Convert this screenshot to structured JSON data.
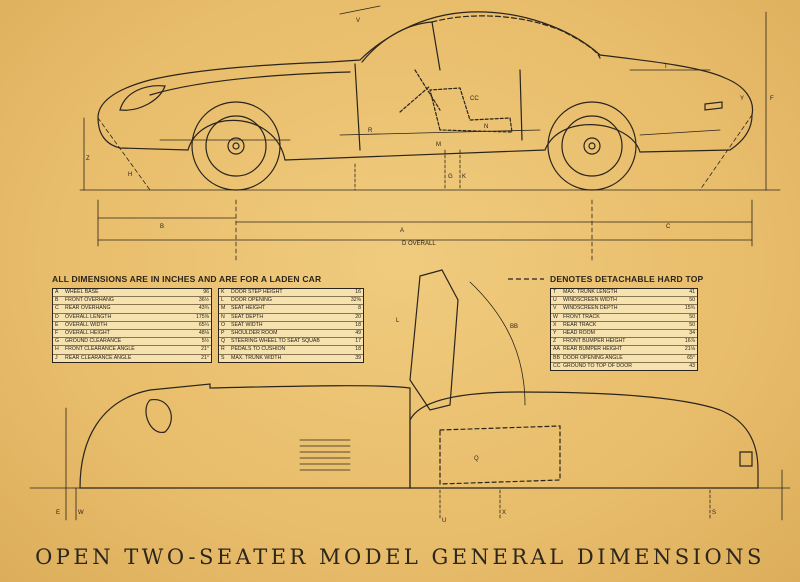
{
  "headings": {
    "units_note": "ALL DIMENSIONS ARE IN INCHES AND ARE FOR A LADEN CAR",
    "hard_top_note": "DENOTES DETACHABLE HARD TOP"
  },
  "dimension_tables": [
    {
      "rows": [
        {
          "code": "A",
          "name": "WHEEL BASE",
          "value": "96"
        },
        {
          "code": "B",
          "name": "FRONT OVERHANG",
          "value": "36½"
        },
        {
          "code": "C",
          "name": "REAR OVERHANG",
          "value": "43¾"
        },
        {
          "code": "D",
          "name": "OVERALL LENGTH",
          "value": "175⅜"
        },
        {
          "code": "E",
          "name": "OVERALL WIDTH",
          "value": "65¼"
        },
        {
          "code": "F",
          "name": "OVERALL HEIGHT",
          "value": "48⅛"
        },
        {
          "code": "G",
          "name": "GROUND CLEARANCE",
          "value": "5½"
        },
        {
          "code": "H",
          "name": "FRONT CLEARANCE ANGLE",
          "value": "21°"
        },
        {
          "code": "J",
          "name": "REAR CLEARANCE ANGLE",
          "value": "21°"
        }
      ]
    },
    {
      "rows": [
        {
          "code": "K",
          "name": "DOOR STEP HEIGHT",
          "value": "16"
        },
        {
          "code": "L",
          "name": "DOOR OPENING",
          "value": "32⅜"
        },
        {
          "code": "M",
          "name": "SEAT HEIGHT",
          "value": "8"
        },
        {
          "code": "N",
          "name": "SEAT DEPTH",
          "value": "20"
        },
        {
          "code": "O",
          "name": "SEAT WIDTH",
          "value": "18"
        },
        {
          "code": "P",
          "name": "SHOULDER ROOM",
          "value": "49"
        },
        {
          "code": "Q",
          "name": "STEERING WHEEL TO SEAT SQUAB",
          "value": "17"
        },
        {
          "code": "R",
          "name": "PEDALS TO CUSHION",
          "value": "18"
        },
        {
          "code": "S",
          "name": "MAX. TRUNK WIDTH",
          "value": "39"
        }
      ]
    },
    {
      "rows": [
        {
          "code": "T",
          "name": "MAX. TRUNK LENGTH",
          "value": "41"
        },
        {
          "code": "U",
          "name": "WINDSCREEN WIDTH",
          "value": "50"
        },
        {
          "code": "V",
          "name": "WINDSCREEN DEPTH",
          "value": "15¾"
        },
        {
          "code": "W",
          "name": "FRONT TRACK",
          "value": "50"
        },
        {
          "code": "X",
          "name": "REAR TRACK",
          "value": "50"
        },
        {
          "code": "Y",
          "name": "HEAD ROOM",
          "value": "34"
        },
        {
          "code": "Z",
          "name": "FRONT BUMPER HEIGHT",
          "value": "16⅞"
        },
        {
          "code": "AA",
          "name": "REAR BUMPER HEIGHT",
          "value": "21⅛"
        },
        {
          "code": "BB",
          "name": "DOOR OPENING ANGLE",
          "value": "65°"
        },
        {
          "code": "CC",
          "name": "GROUND TO TOP OF DOOR",
          "value": "43"
        }
      ]
    }
  ],
  "drawing_labels": {
    "a": "A",
    "b": "B",
    "c": "C",
    "d_overall": "D OVERALL",
    "f": "F",
    "h": "H",
    "z": "Z",
    "y": "Y",
    "t": "T",
    "v": "V",
    "g": "G",
    "k": "K",
    "m": "M",
    "n": "N",
    "r": "R",
    "cc": "CC",
    "l": "L",
    "bb": "BB",
    "q": "Q",
    "w": "W",
    "x": "X",
    "u": "U",
    "e": "E",
    "s": "S"
  },
  "caption": "OPEN TWO-SEATER MODEL GENERAL DIMENSIONS",
  "colors": {
    "paper": "#e8bd6b",
    "ink": "#2a241c",
    "table_fill": "#f6e2ae"
  }
}
